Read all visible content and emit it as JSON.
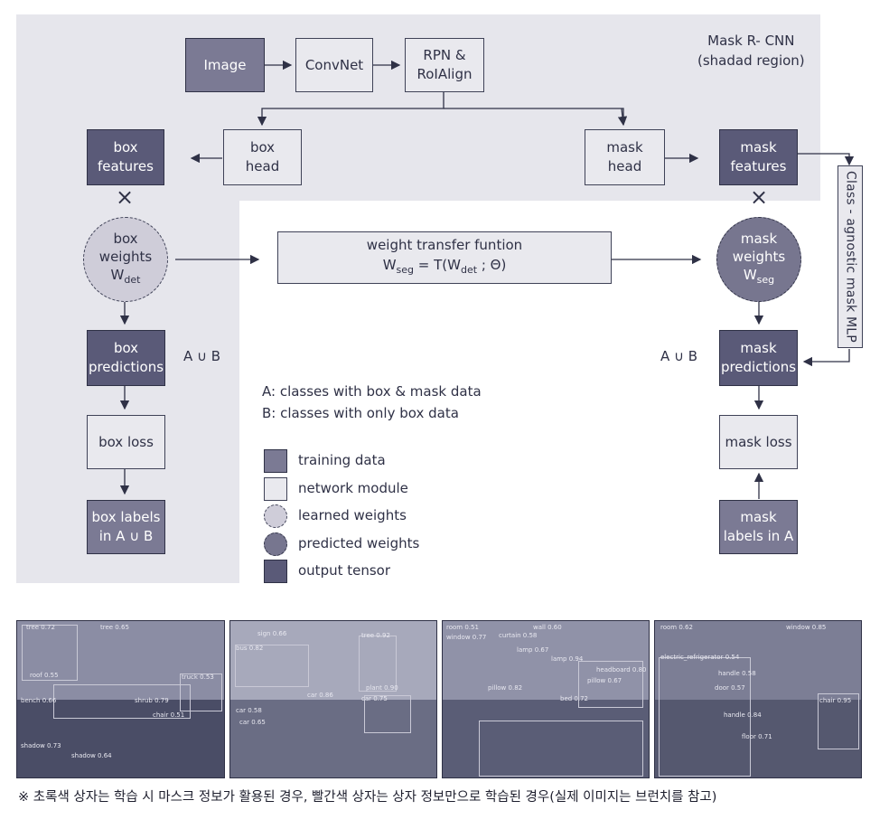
{
  "region_label": [
    "Mask R- CNN",
    "(shadad region)"
  ],
  "nodes": {
    "image": "Image",
    "convnet": "ConvNet",
    "rpn": [
      "RPN &",
      "RoIAlign"
    ],
    "box_head": [
      "box",
      "head"
    ],
    "mask_head": [
      "mask",
      "head"
    ],
    "box_features": [
      "box",
      "features"
    ],
    "mask_features": [
      "mask",
      "features"
    ],
    "box_weights": [
      "box",
      "weights"
    ],
    "box_weights_sym": "W",
    "box_weights_sub": "det",
    "mask_weights": [
      "mask",
      "weights"
    ],
    "mask_weights_sym": "W",
    "mask_weights_sub": "seg",
    "transfer_title": "weight transfer funtion",
    "transfer_lhs": "W",
    "transfer_lhs_sub": "seg",
    "transfer_eq_a": " = T(W",
    "transfer_eq_sub": "det",
    "transfer_eq_b": " ; Θ)",
    "box_predictions": [
      "box",
      "predictions"
    ],
    "mask_predictions": [
      "mask",
      "predictions"
    ],
    "box_loss": "box loss",
    "mask_loss": "mask loss",
    "box_labels": [
      "box labels",
      "in A ∪ B"
    ],
    "mask_labels": [
      "mask",
      "labels in A"
    ],
    "mlp": "Class - agnostic mask MLP",
    "times_symbol": "×",
    "aub_left": "A ∪ B",
    "aub_right": "A ∪ B"
  },
  "definitions": [
    "A: classes with box & mask data",
    "B: classes with only box data"
  ],
  "legend": [
    {
      "label": "training data",
      "style": "train"
    },
    {
      "label": "network module",
      "style": "module"
    },
    {
      "label": "learned weights",
      "style": "lw"
    },
    {
      "label": "predicted weights",
      "style": "pw"
    },
    {
      "label": "output tensor",
      "style": "output"
    }
  ],
  "photo_labels": [
    [
      "tree 0.72",
      "tree 0.65",
      "roof 0.55",
      "truck 0.53",
      "bench 0.66",
      "shrub 0.79",
      "chair 0.51",
      "shadow 0.73",
      "shadow 0.64"
    ],
    [
      "bus 0.82",
      "sign 0.66",
      "tree 0.92",
      "car 0.58",
      "car 0.86",
      "plant 0.90",
      "car 0.65",
      "car 0.75"
    ],
    [
      "room 0.51",
      "wall 0.60",
      "window 0.77",
      "curtain 0.58",
      "lamp 0.67",
      "lamp 0.94",
      "headboard 0.80",
      "pillow 0.67",
      "pillow 0.82",
      "bed 0.72"
    ],
    [
      "room 0.62",
      "window 0.85",
      "electric_refrigerator 0.54",
      "handle 0.58",
      "door 0.57",
      "handle 0.84",
      "floor 0.71",
      "chair 0.95"
    ]
  ],
  "caption": "※ 초록색 상자는 학습 시 마스크 정보가 활용된 경우, 빨간색 상자는 상자 정보만으로 학습된 경우(실제 이미지는 브런치를 참고)",
  "colors": {
    "region": "#e6e6ec",
    "training": "#7b7a94",
    "module": "#e9e9ee",
    "output": "#5a5a78",
    "learned": "#cfcdd9",
    "predicted": "#77768f",
    "ink": "#2f3146"
  }
}
